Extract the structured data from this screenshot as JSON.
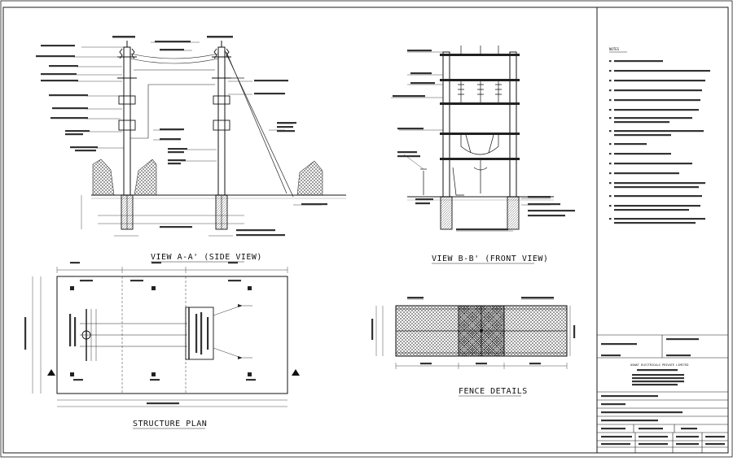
{
  "views": {
    "side_title": "VIEW A-A' (SIDE VIEW)",
    "front_title": "VIEW B-B' (FRONT VIEW)",
    "plan_title": "STRUCTURE PLAN",
    "fence_title": "FENCE DETAILS"
  },
  "notes": {
    "heading": "NOTES"
  },
  "title_block": {
    "company": "OSWAT ELECTRICALS PRIVATE LIMITED"
  },
  "colors": {
    "line": "#1a1a1a",
    "paper": "#ffffff",
    "ground": "#6a6a6a"
  }
}
